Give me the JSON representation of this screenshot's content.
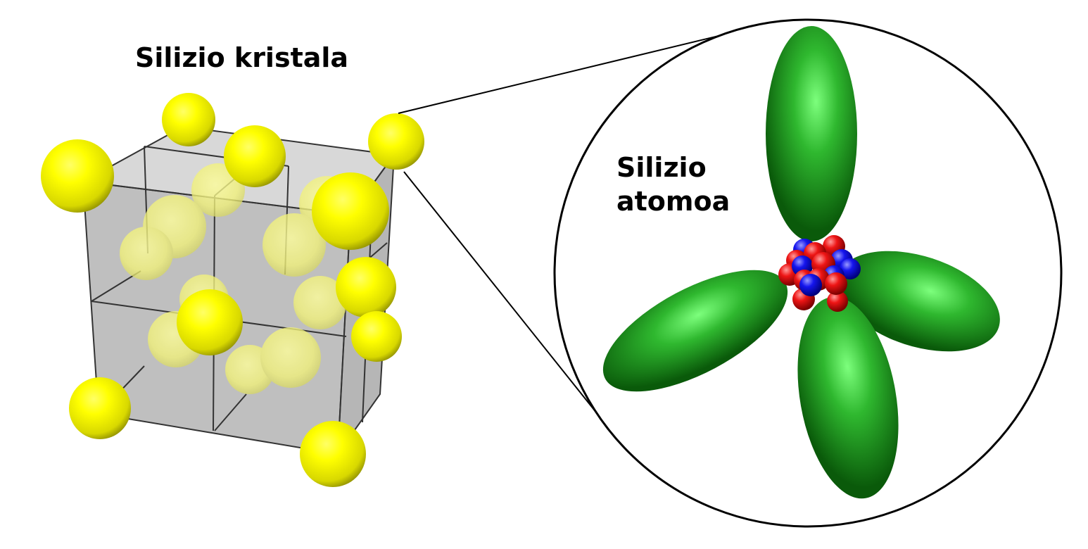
{
  "crystal": {
    "title": "Silizio kristala",
    "atom_color": "#ffff00",
    "cell_color": "#9a9a9a"
  },
  "atom": {
    "title_line1": "Silizio",
    "title_line2": "atomoa",
    "orbital_color": "#1a8a1a",
    "proton_color": "#e01010",
    "neutron_color": "#1010d0"
  },
  "icons": {
    "atom_sphere": "sphere",
    "orbital_lobe": "ellipsoid",
    "magnifier": "circle"
  }
}
